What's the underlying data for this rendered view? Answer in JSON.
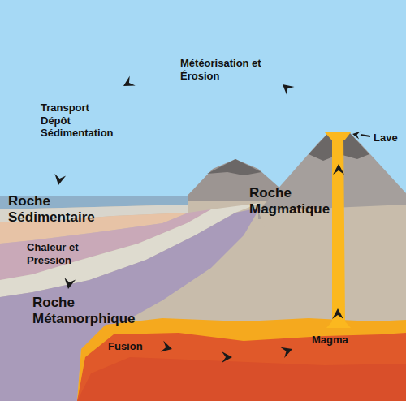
{
  "diagram": {
    "labels": [
      "Météorisation et Érosion",
      "Transport Dépôt Sédimentation",
      "Lave",
      "Roche Sédimentaire",
      "Roche Magmatique",
      "Chaleur et Pression",
      "Roche Métamorphique",
      "Fusion",
      "Magma"
    ]
  }
}
